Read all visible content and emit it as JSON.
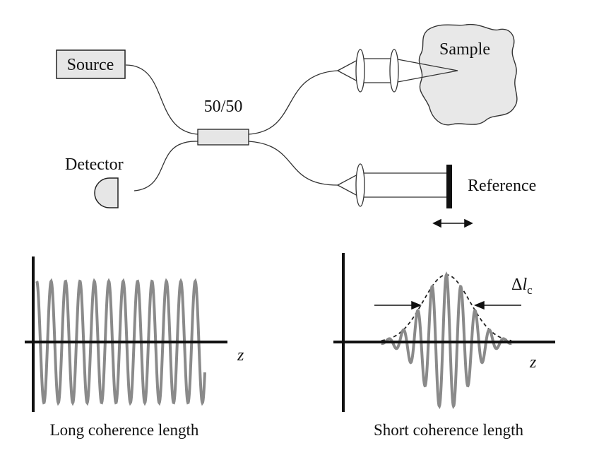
{
  "labels": {
    "source": "Source",
    "detector": "Detector",
    "coupler": "50/50",
    "sample": "Sample",
    "reference": "Reference"
  },
  "plots": {
    "long": {
      "axis_label": "z",
      "caption": "Long coherence length"
    },
    "short": {
      "axis_label": "z",
      "caption": "Short coherence length",
      "delta_symbol": "Δ",
      "delta_var": "l",
      "delta_sub": "c"
    }
  },
  "colors": {
    "wave": "#8a8a8a",
    "ink": "#111111",
    "sample_fill": "#e8e8e8",
    "box_fill": "#e6e6e6"
  }
}
